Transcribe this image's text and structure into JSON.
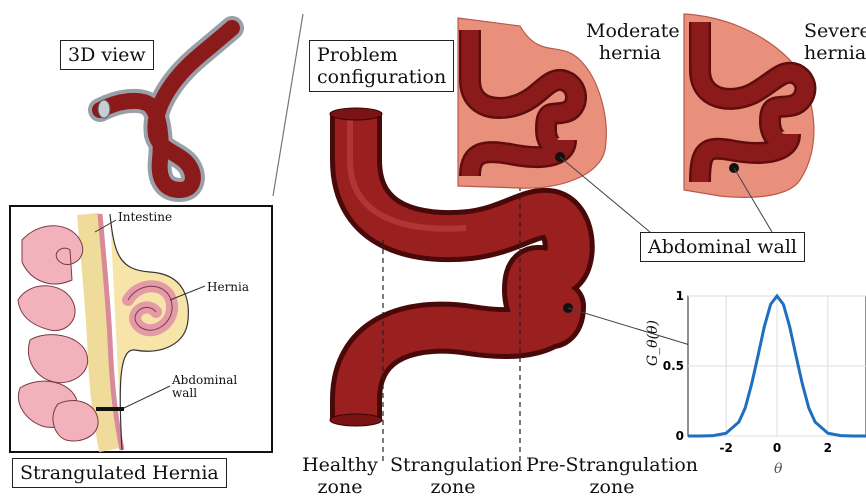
{
  "labels": {
    "view3d": "3D view",
    "problem_config_line1": "Problem",
    "problem_config_line2": "configuration",
    "moderate_line1": "Moderate",
    "moderate_line2": "hernia",
    "severe_line1": "Severe",
    "severe_line2": "hernia",
    "abdominal_wall": "Abdominal wall",
    "strangulated_hernia": "Strangulated Hernia",
    "healthy_line1": "Healthy",
    "healthy_line2": "zone",
    "strangulation_line1": "Strangulation",
    "strangulation_line2": "zone",
    "prestrangulation_line1": "Pre-Strangulation",
    "prestrangulation_line2": "zone"
  },
  "illustration": {
    "intestine": "Intestine",
    "hernia": "Hernia",
    "abdominal_wall_line1": "Abdominal",
    "abdominal_wall_line2": "wall"
  },
  "plot": {
    "ylabel": "G_θ(θ)",
    "xlabel": "θ",
    "yticks": [
      "0",
      "0.5",
      "1"
    ],
    "xticks": [
      "-2",
      "0",
      "2"
    ]
  },
  "chart_data": {
    "type": "line",
    "series": [
      {
        "x": [
          -3.5,
          -3,
          -2.5,
          -2,
          -1.5,
          -1.25,
          -1,
          -0.75,
          -0.5,
          -0.25,
          0,
          0.25,
          0.5,
          0.75,
          1,
          1.25,
          1.5,
          2,
          2.5,
          3,
          3.5
        ],
        "y": [
          0,
          0,
          0.003,
          0.02,
          0.1,
          0.2,
          0.37,
          0.57,
          0.78,
          0.94,
          1,
          0.94,
          0.78,
          0.57,
          0.37,
          0.2,
          0.1,
          0.02,
          0.003,
          0,
          0
        ]
      }
    ],
    "xlim": [
      -3.5,
      3.5
    ],
    "ylim": [
      0,
      1
    ],
    "xlabel": "θ",
    "ylabel": "G_θ(θ)",
    "grid": true,
    "line_color": "#1f6fbf"
  },
  "colors": {
    "tube": "#8b1a1a",
    "tube_dark": "#5e0d0d",
    "wall": "#e8907c",
    "wall_edge": "#b85a4a"
  }
}
